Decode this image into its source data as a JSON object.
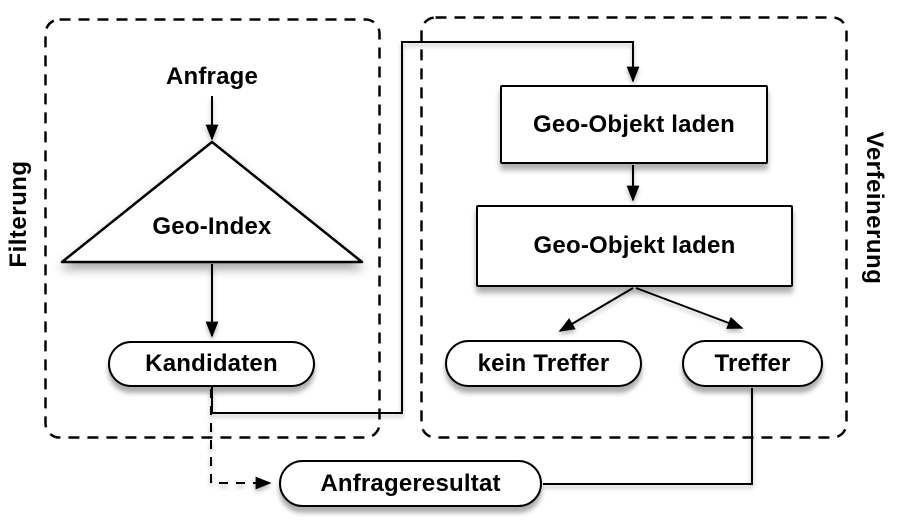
{
  "diagram": {
    "type": "flowchart",
    "background": "#ffffff",
    "stroke_color": "#000000",
    "fill_color": "#ffffff",
    "groups": {
      "filterung": {
        "label": "Filterung",
        "side": "left",
        "border": "dashed"
      },
      "verfeinerung": {
        "label": "Verfeinerung",
        "side": "right",
        "border": "dashed"
      }
    },
    "nodes": {
      "anfrage": {
        "label": "Anfrage",
        "shape": "text",
        "group": "filterung"
      },
      "geo_index": {
        "label": "Geo-Index",
        "shape": "triangle",
        "group": "filterung"
      },
      "kandidaten": {
        "label": "Kandidaten",
        "shape": "stadium",
        "group": "filterung"
      },
      "geo_objekt_laden_1": {
        "label": "Geo-Objekt laden",
        "shape": "rect",
        "group": "verfeinerung"
      },
      "geo_objekt_laden_2": {
        "label": "Geo-Objekt laden",
        "shape": "rect",
        "group": "verfeinerung"
      },
      "kein_treffer": {
        "label": "kein Treffer",
        "shape": "stadium",
        "group": "verfeinerung"
      },
      "treffer": {
        "label": "Treffer",
        "shape": "stadium",
        "group": "verfeinerung"
      },
      "anfrageresultat": {
        "label": "Anfrageresultat",
        "shape": "stadium",
        "group": null
      }
    },
    "edges": [
      {
        "from": "anfrage",
        "to": "geo_index",
        "style": "solid-arrow"
      },
      {
        "from": "geo_index",
        "to": "kandidaten",
        "style": "solid-arrow"
      },
      {
        "from": "kandidaten",
        "to": "geo_objekt_laden_1",
        "style": "solid-arrow-elbow"
      },
      {
        "from": "geo_objekt_laden_1",
        "to": "geo_objekt_laden_2",
        "style": "solid-arrow"
      },
      {
        "from": "geo_objekt_laden_2",
        "to": "kein_treffer",
        "style": "solid-arrow"
      },
      {
        "from": "geo_objekt_laden_2",
        "to": "treffer",
        "style": "solid-arrow"
      },
      {
        "from": "kandidaten",
        "to": "anfrageresultat",
        "style": "dashed-arrow"
      },
      {
        "from": "treffer",
        "to": "anfrageresultat",
        "style": "solid-line-elbow"
      }
    ]
  }
}
